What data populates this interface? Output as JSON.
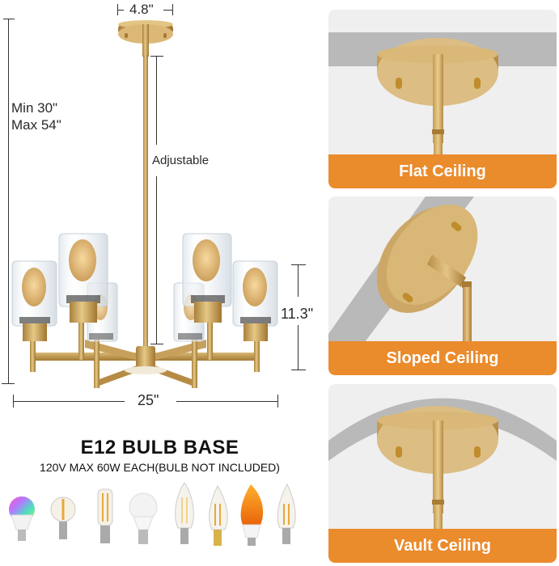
{
  "dimensions": {
    "canopy_width": "4.8\"",
    "height_min": "Min 30\"",
    "height_max": "Max 54\"",
    "rod_label": "Adjustable",
    "body_height": "11.3\"",
    "body_width": "25\""
  },
  "bulb_info": {
    "title": "E12 BULB BASE",
    "subtitle": "120V MAX 60W EACH(BULB NOT INCLUDED)",
    "bulb_types": [
      "rgb-smart-bulb",
      "globe-filament-bulb",
      "tubular-filament-bulb",
      "led-globe-bulb",
      "candle-filament-bulb",
      "flame-tip-filament-bulb",
      "flicker-flame-bulb",
      "bent-tip-filament-bulb"
    ]
  },
  "mount_options": [
    {
      "label": "Flat Ceiling"
    },
    {
      "label": "Sloped Ceiling"
    },
    {
      "label": "Vault Ceiling"
    }
  ],
  "colors": {
    "accent_orange": "#ea8b2c",
    "brass": "#c9a15a",
    "card_bg": "#efefef",
    "ceiling_gray": "#b9b9b9"
  }
}
